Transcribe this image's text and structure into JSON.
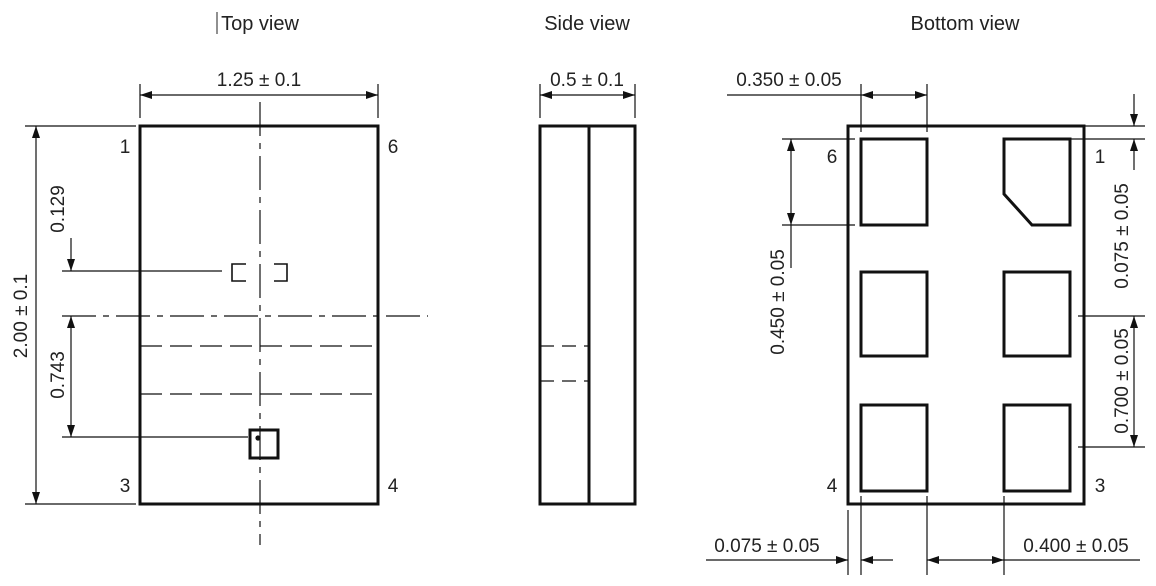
{
  "views": {
    "top": {
      "title": "Top view",
      "width_dim": "1.25 ± 0.1",
      "height_dim": "2.00 ± 0.1",
      "offset_upper": "0.129",
      "offset_lower": "0.743",
      "pins": [
        "1",
        "6",
        "3",
        "4"
      ]
    },
    "side": {
      "title": "Side view",
      "thickness_dim": "0.5 ± 0.1"
    },
    "bottom": {
      "title": "Bottom view",
      "pad_width_dim": "0.350 ± 0.05",
      "pad_height_dim": "0.450 ± 0.05",
      "edge_margin_vertical_dim": "0.075 ± 0.05",
      "pad_pitch_dim": "0.700 ± 0.05",
      "edge_margin_horizontal_dim": "0.075 ± 0.05",
      "pad_gap_dim": "0.400 ± 0.05",
      "pins": [
        "6",
        "1",
        "4",
        "3"
      ]
    }
  }
}
